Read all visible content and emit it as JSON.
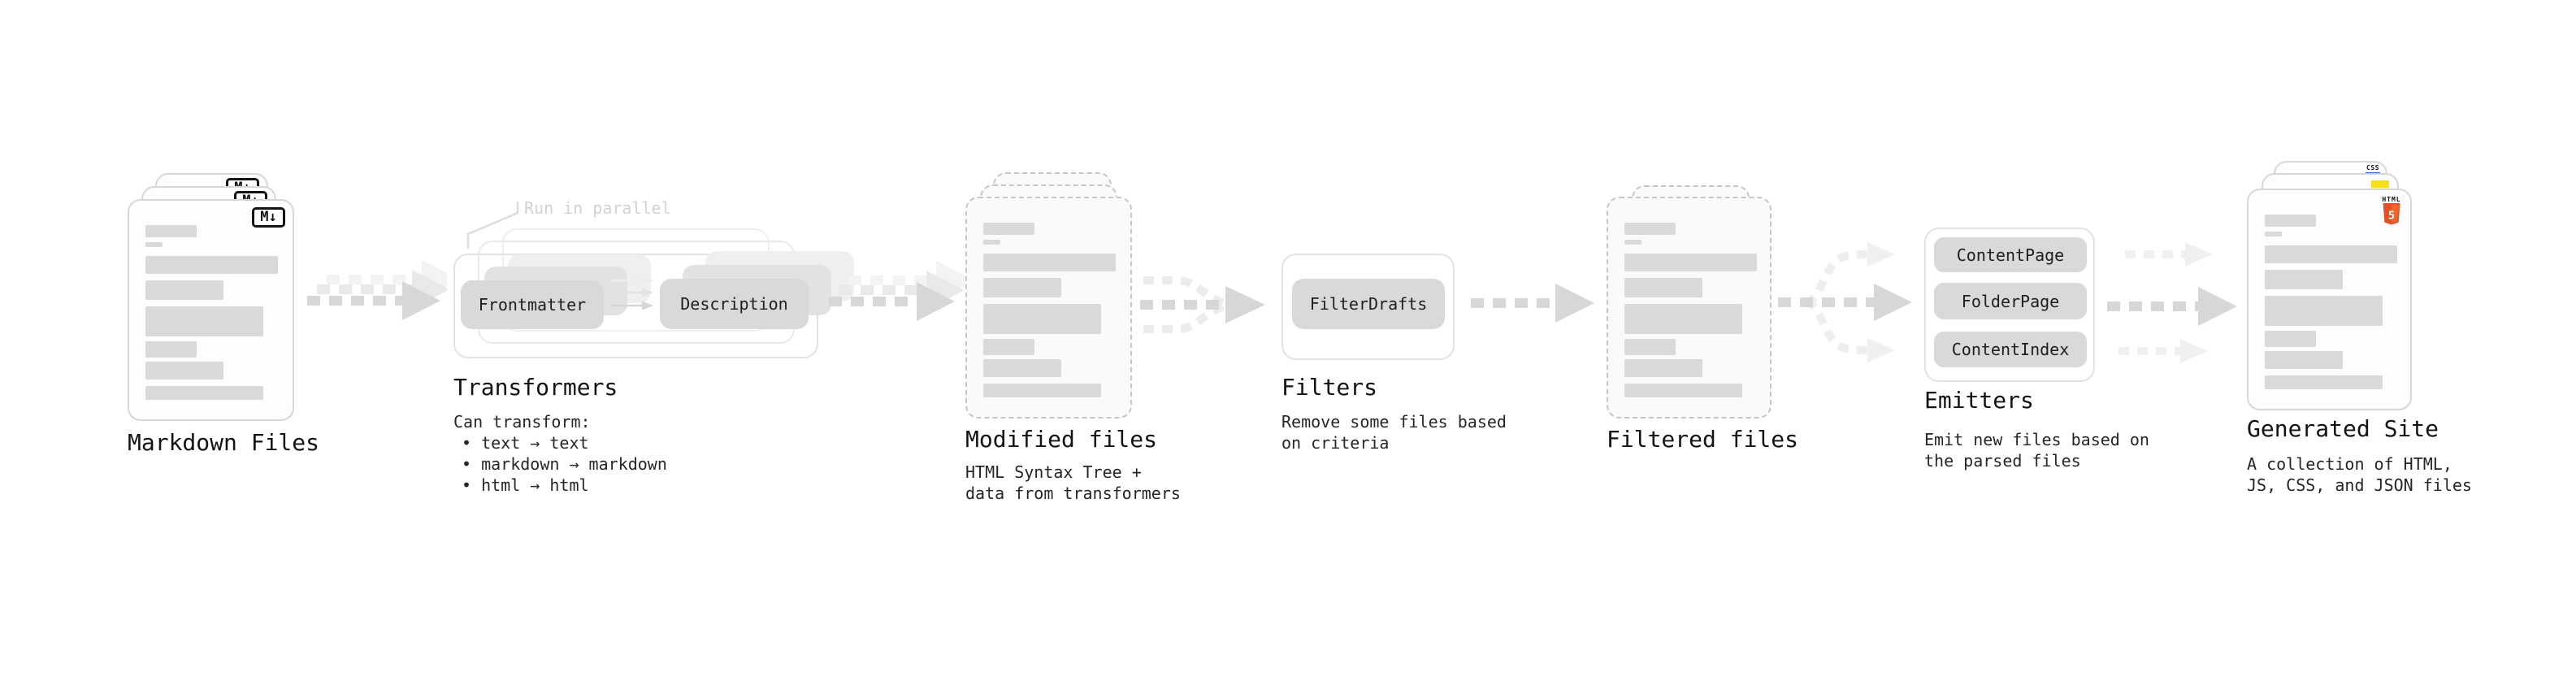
{
  "stages": {
    "markdown_files": {
      "title": "Markdown Files",
      "badge": "M↓"
    },
    "transformers": {
      "title": "Transformers",
      "callout": "Run in parallel",
      "pills": [
        "Frontmatter",
        "Description"
      ],
      "desc": [
        "Can transform:",
        "• text → text",
        "• markdown → markdown",
        "• html → html"
      ]
    },
    "modified_files": {
      "title": "Modified files",
      "desc": [
        "HTML Syntax Tree +",
        "data from transformers"
      ]
    },
    "filters": {
      "title": "Filters",
      "pills": [
        "FilterDrafts"
      ],
      "desc": [
        "Remove some files based",
        "on criteria"
      ]
    },
    "filtered_files": {
      "title": "Filtered files"
    },
    "emitters": {
      "title": "Emitters",
      "pills": [
        "ContentPage",
        "FolderPage",
        "ContentIndex"
      ],
      "desc": [
        "Emit new files based on",
        "the parsed files"
      ]
    },
    "generated_site": {
      "title": "Generated Site",
      "desc": [
        "A collection of HTML,",
        "JS, CSS, and JSON files"
      ],
      "badges": {
        "css": "CSS",
        "html": "HTML",
        "html5": "5"
      }
    }
  },
  "colors": {
    "background": "#ffffff",
    "pill_gray": "#d9d9d9",
    "bar_gray": "#d9d9d9",
    "arrow_gray": "#d7d7d7",
    "faint_gray": "#f0f0f0",
    "markdown_badge_border": "#141414",
    "css_blue": "#2964f1",
    "js_yellow": "#f7df1e",
    "html5_orange": "#e34f26",
    "html5_orange_light": "#ef652a",
    "muted_text": "#d2d2d2"
  }
}
